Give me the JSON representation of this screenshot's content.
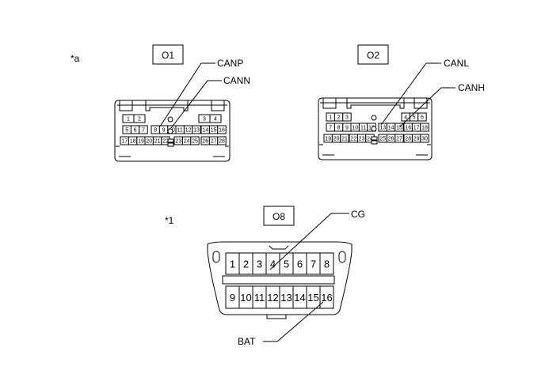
{
  "note_a": "*a",
  "note_1": "*1",
  "connectors": {
    "o1": {
      "label": "O1",
      "callouts": [
        "CANP",
        "CANN"
      ]
    },
    "o2": {
      "label": "O2",
      "callouts": [
        "CANL",
        "CANH"
      ]
    },
    "o8": {
      "label": "O8",
      "callouts": [
        "CG",
        "BAT"
      ]
    }
  },
  "o1_rows": [
    [
      "1",
      "2",
      "3",
      "4"
    ],
    [
      "5",
      "6",
      "7",
      "8",
      "9",
      "10",
      "11",
      "12",
      "13",
      "14",
      "15",
      "16"
    ],
    [
      "17",
      "18",
      "19",
      "20",
      "21",
      "22",
      "23",
      "24",
      "25",
      "26",
      "27",
      "28"
    ]
  ],
  "o2_rows": [
    [
      "1",
      "2",
      "3",
      "4",
      "5",
      "6"
    ],
    [
      "7",
      "8",
      "9",
      "10",
      "11",
      "12",
      "13",
      "14",
      "15",
      "16",
      "17",
      "18"
    ],
    [
      "19",
      "20",
      "21",
      "22",
      "23",
      "24",
      "25",
      "26",
      "27",
      "28",
      "29",
      "30"
    ]
  ],
  "o8_rows": [
    [
      "1",
      "2",
      "3",
      "4",
      "5",
      "6",
      "7",
      "8"
    ],
    [
      "9",
      "10",
      "11",
      "12",
      "13",
      "14",
      "15",
      "16"
    ]
  ]
}
